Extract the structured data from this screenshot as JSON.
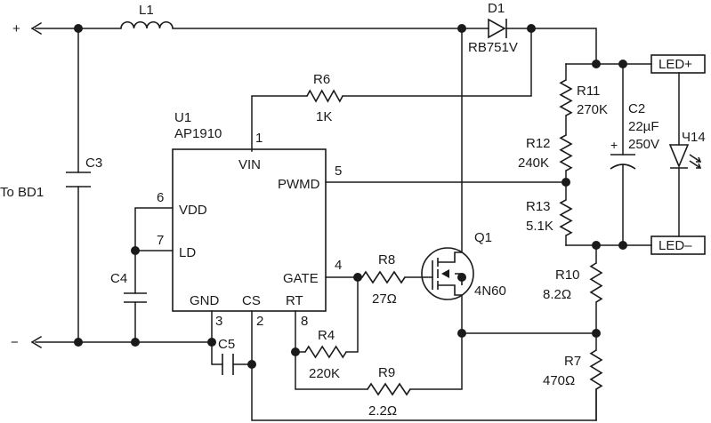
{
  "terminals": {
    "plus": "+",
    "minus": "−",
    "input_label": "To BD1"
  },
  "inductor": {
    "ref": "L1"
  },
  "diode": {
    "ref": "D1",
    "part": "RB751V"
  },
  "ic": {
    "ref": "U1",
    "part": "AP1910",
    "pins": {
      "vin": {
        "name": "VIN",
        "num": "1"
      },
      "pwmd": {
        "name": "PWMD",
        "num": "5"
      },
      "vdd": {
        "name": "VDD",
        "num": "6"
      },
      "ld": {
        "name": "LD",
        "num": "7"
      },
      "gate": {
        "name": "GATE",
        "num": "4"
      },
      "gnd": {
        "name": "GND",
        "num": "3"
      },
      "cs": {
        "name": "CS",
        "num": "2"
      },
      "rt": {
        "name": "RT",
        "num": "8"
      }
    }
  },
  "mosfet": {
    "ref": "Q1",
    "part": "4N60"
  },
  "led_output": {
    "ref": "Ч14",
    "plus_label": "LED+",
    "minus_label": "LED–"
  },
  "capacitors": {
    "c2": {
      "ref": "C2",
      "value": "22µF",
      "voltage": "250V",
      "polarity": "+"
    },
    "c3": {
      "ref": "C3"
    },
    "c4": {
      "ref": "C4"
    },
    "c5": {
      "ref": "C5"
    }
  },
  "resistors": {
    "r4": {
      "ref": "R4",
      "value": "220K"
    },
    "r6": {
      "ref": "R6",
      "value": "1K"
    },
    "r7": {
      "ref": "R7",
      "value": "470Ω"
    },
    "r8": {
      "ref": "R8",
      "value": "27Ω"
    },
    "r9": {
      "ref": "R9",
      "value": "2.2Ω"
    },
    "r10": {
      "ref": "R10",
      "value": "8.2Ω"
    },
    "r11": {
      "ref": "R11",
      "value": "270K"
    },
    "r12": {
      "ref": "R12",
      "value": "240K"
    },
    "r13": {
      "ref": "R13",
      "value": "5.1K"
    }
  }
}
